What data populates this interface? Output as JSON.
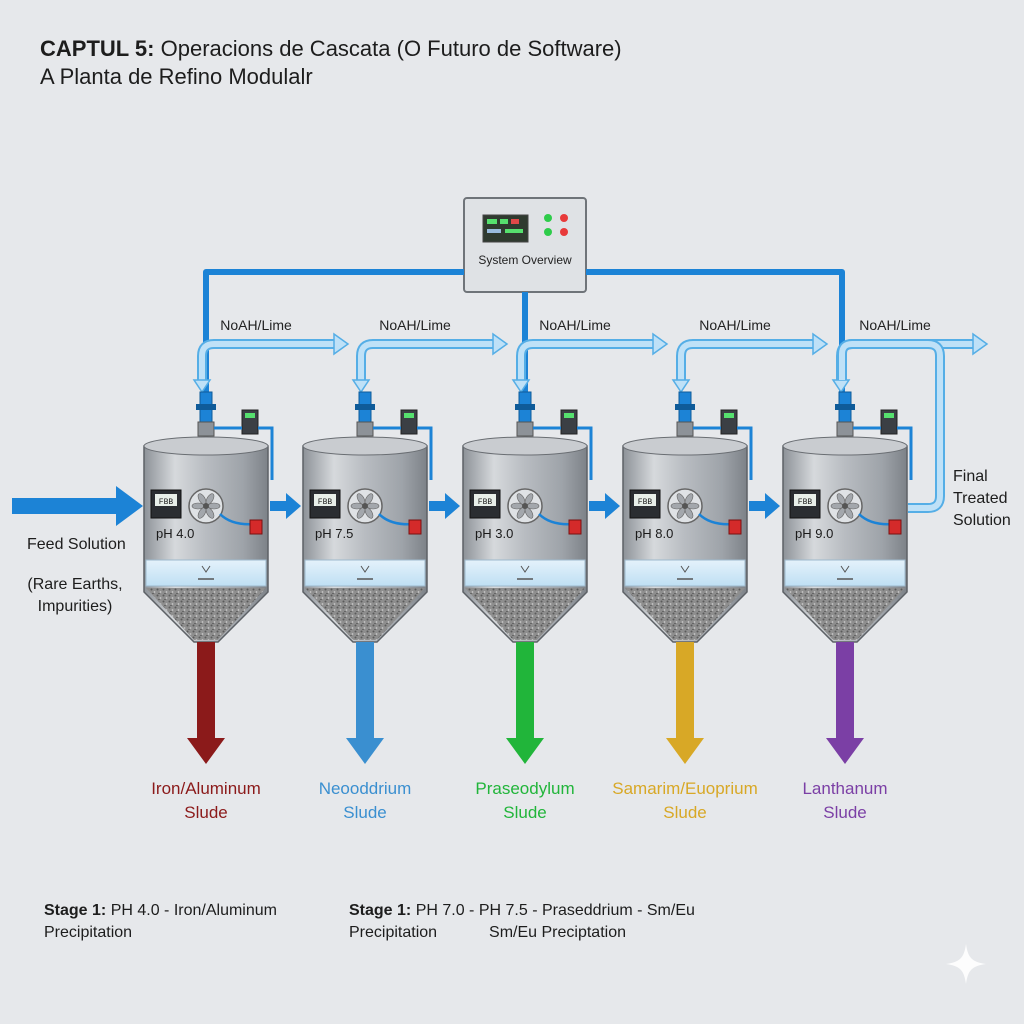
{
  "title": {
    "chapter": "CAPTUL 5:",
    "rest": " Operacions de Cascata (O Futuro de Software)",
    "subtitle": "A Planta de Refino Modulalr"
  },
  "control_panel": {
    "label": "System Overview"
  },
  "feed": {
    "label": "Feed Solution",
    "sub_line1": "(Rare Earths,",
    "sub_line2": "Impurities)"
  },
  "final": {
    "line1": "Final",
    "line2": "Treated",
    "line3": "Solution"
  },
  "reagent_label": "NoAH/Lime",
  "tanks": [
    {
      "ph": "pH 4.0",
      "display": "FBB",
      "sludge_line1": "Iron/Aluminum",
      "sludge_line2": "Slude",
      "color": "#8b1a1a"
    },
    {
      "ph": "pH 7.5",
      "display": "FBB",
      "sludge_line1": "Neooddrium",
      "sludge_line2": "Slude",
      "color": "#3a8fd0"
    },
    {
      "ph": "pH 3.0",
      "display": "FBB",
      "sludge_line1": "Praseodylum",
      "sludge_line2": "Slude",
      "color": "#21b53a"
    },
    {
      "ph": "pH 8.0",
      "display": "FBB",
      "sludge_line1": "Samarim/Euoprium",
      "sludge_line2": "Slude",
      "color": "#d8a826"
    },
    {
      "ph": "pH 9.0",
      "display": "FBB",
      "sludge_line1": "Lanthanum",
      "sludge_line2": "Slude",
      "color": "#7b3fa5"
    }
  ],
  "footer": {
    "left": {
      "stage": "Stage 1:",
      "line1": " PH 4.0 - Iron/Aluminum",
      "line2": "Precipitation"
    },
    "right": {
      "stage": "Stage 1:",
      "line1": " PH 7.0 - PH 7.5 - Praseddrium - Sm/Eu",
      "line2a": "Precipitation",
      "line2b": "Sm/Eu Preciptation"
    }
  },
  "colors": {
    "pipe_blue": "#1c83d6",
    "reagent_blue": "#bfe1f7",
    "reagent_outline": "#55aee6",
    "tank_steel": "#a9adb2",
    "valve_red": "#d42a2a"
  }
}
